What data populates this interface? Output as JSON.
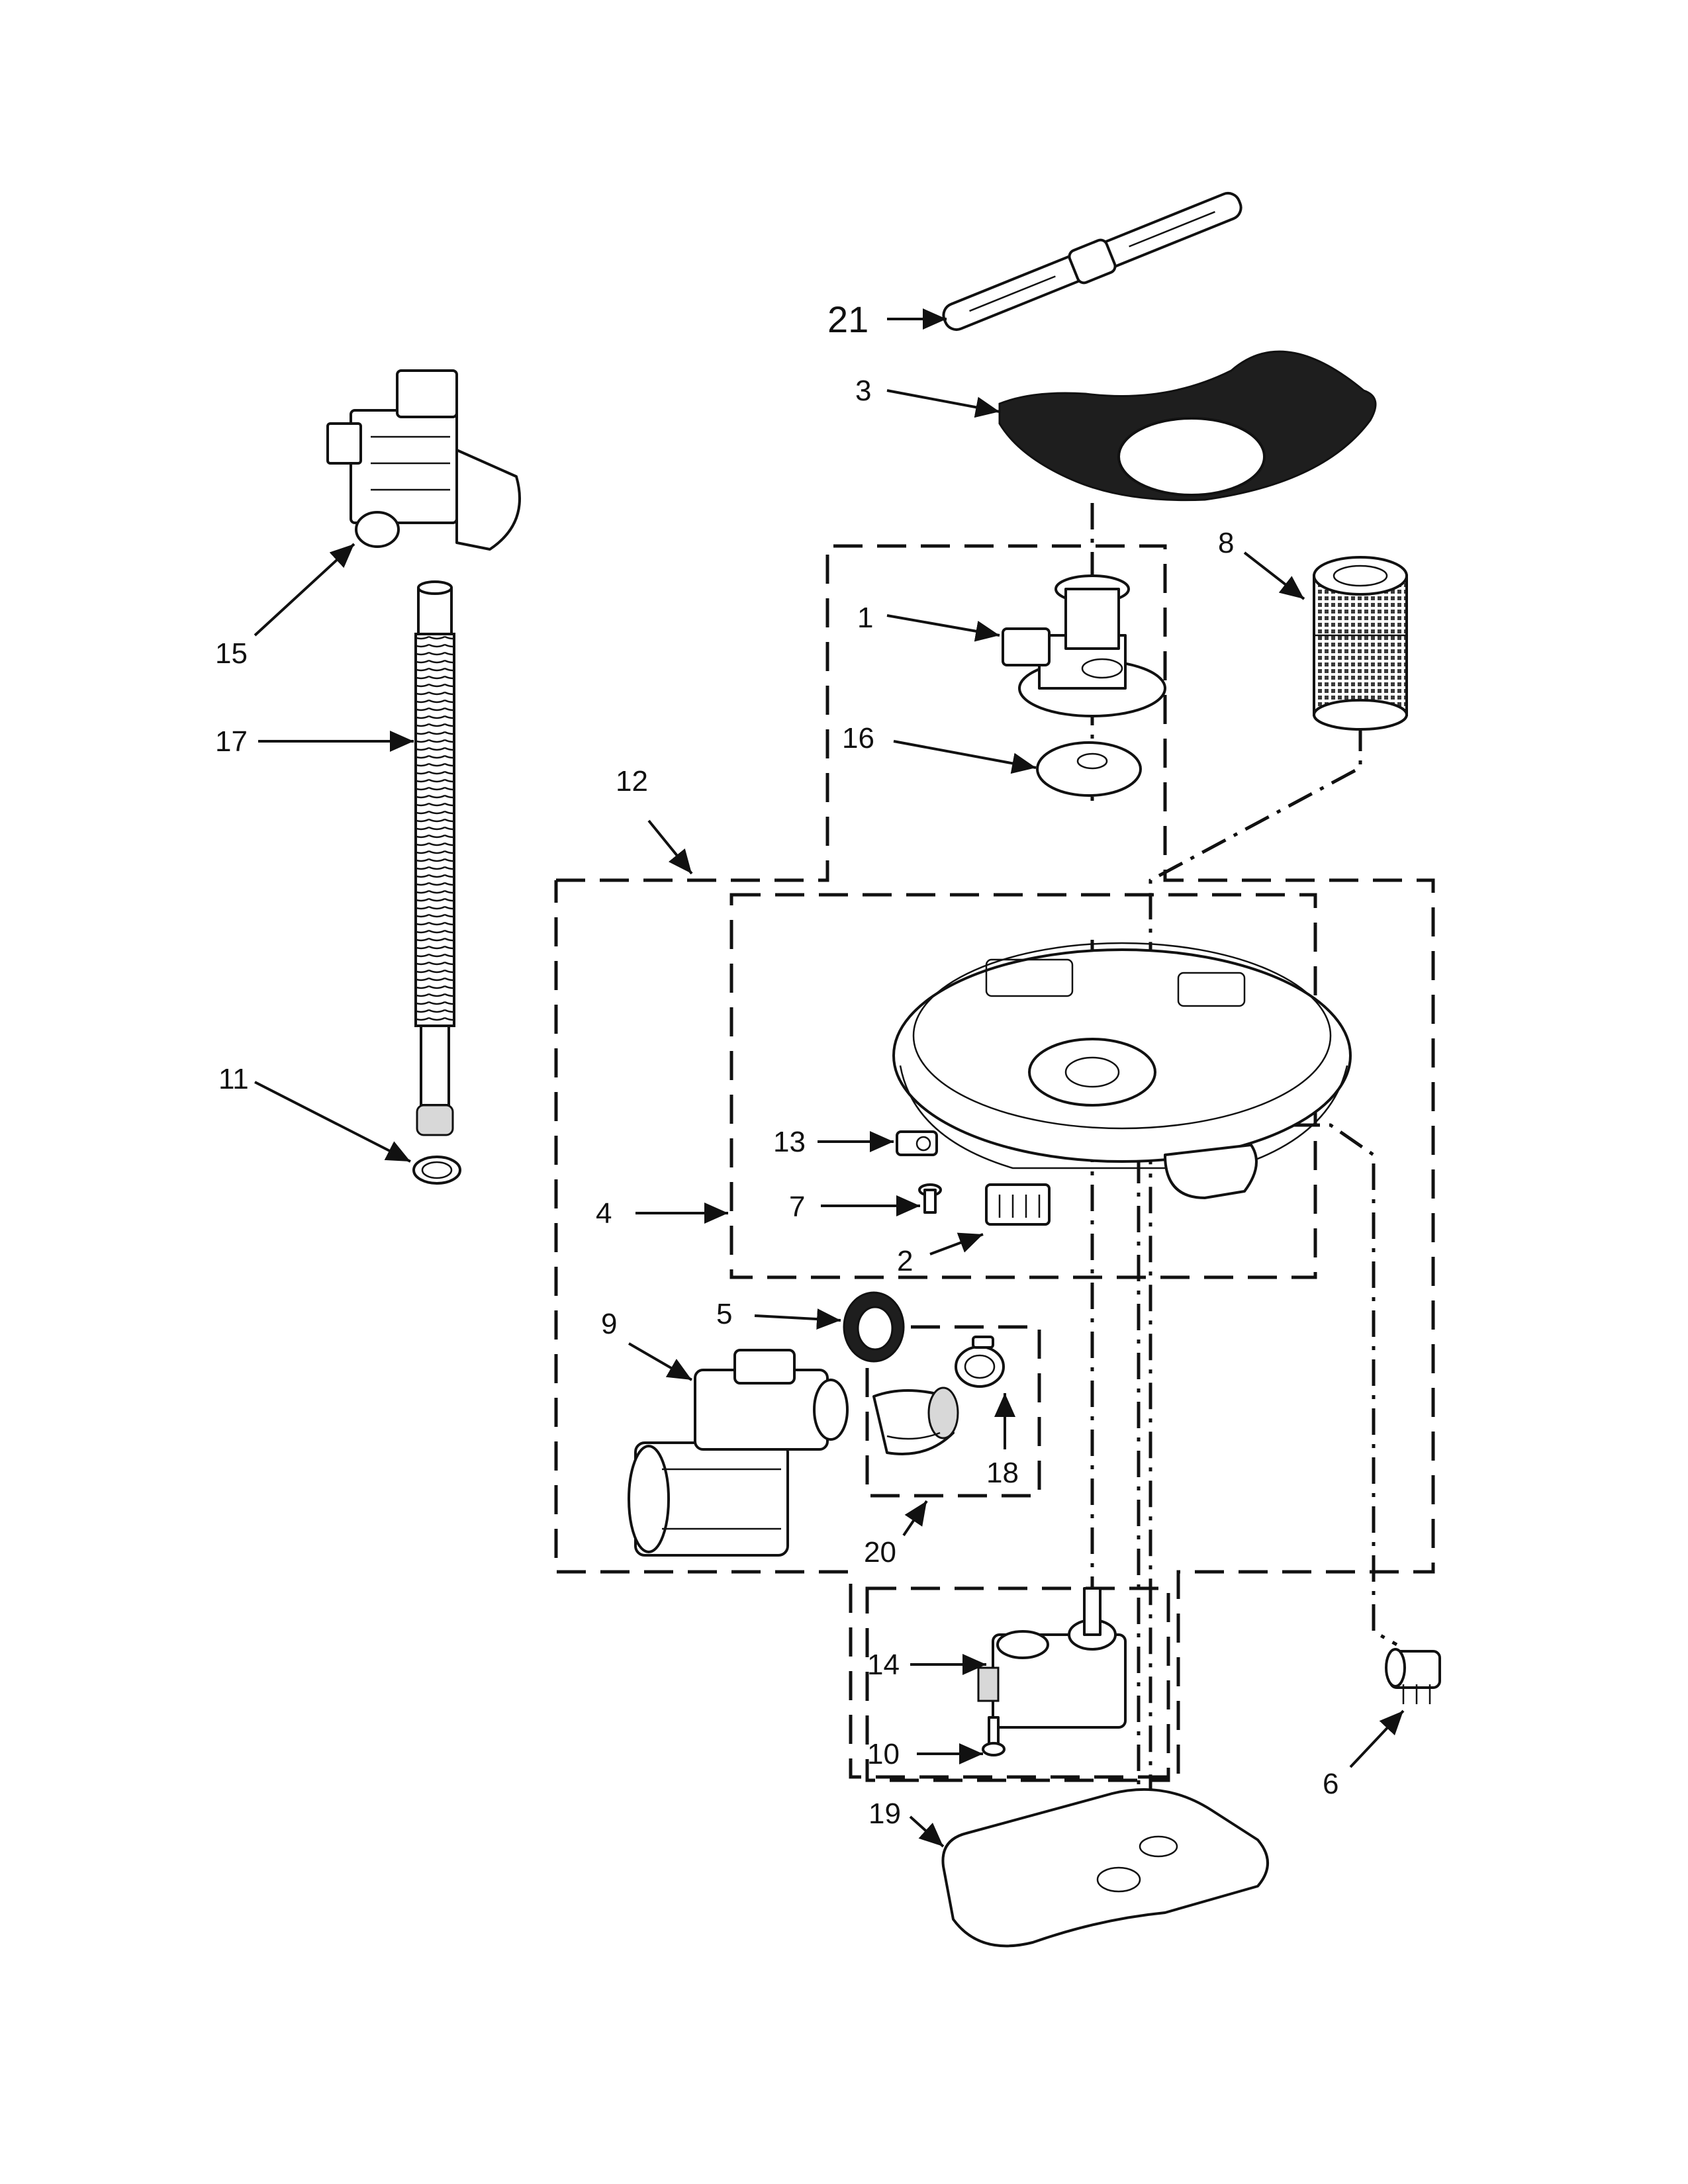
{
  "diagram": {
    "callouts": {
      "c1": "1",
      "c2": "2",
      "c3": "3",
      "c4": "4",
      "c5": "5",
      "c6": "6",
      "c7": "7",
      "c8": "8",
      "c9": "9",
      "c10": "10",
      "c11": "11",
      "c12": "12",
      "c13": "13",
      "c14": "14",
      "c15": "15",
      "c16": "16",
      "c17": "17",
      "c18": "18",
      "c19": "19",
      "c20": "20",
      "c21": "21"
    },
    "colors": {
      "ink": "#111111",
      "background": "#ffffff",
      "shade": "#1e1e1e",
      "light": "#d8d8d8"
    }
  }
}
